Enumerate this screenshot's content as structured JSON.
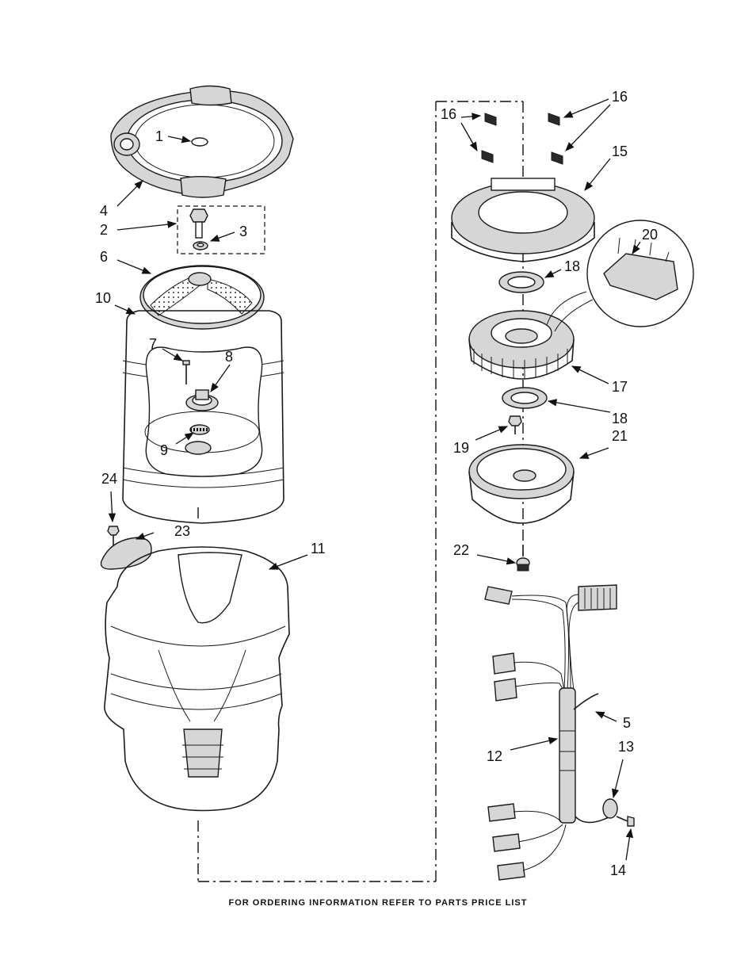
{
  "footer_text": "FOR ORDERING INFORMATION REFER TO PARTS PRICE LIST",
  "callouts": {
    "c1": "1",
    "c2": "2",
    "c3": "3",
    "c4": "4",
    "c5": "5",
    "c6": "6",
    "c7": "7",
    "c8": "8",
    "c9": "9",
    "c10": "10",
    "c11": "11",
    "c12": "12",
    "c13": "13",
    "c14": "14",
    "c15": "15",
    "c16a": "16",
    "c16b": "16",
    "c17": "17",
    "c18a": "18",
    "c18b": "18",
    "c19": "19",
    "c20": "20",
    "c21": "21",
    "c22": "22",
    "c23": "23",
    "c24": "24"
  },
  "parts": [
    "tub-ring",
    "nut",
    "bolt",
    "washer",
    "basket-drive-unit",
    "pulley",
    "agitator-cap",
    "screw",
    "hub",
    "spline",
    "basket",
    "outer-tub",
    "wire-harness",
    "clamp",
    "screw",
    "rotor-cover",
    "spacer",
    "stator",
    "insulator",
    "bolt",
    "sensor",
    "rotor",
    "bolt",
    "cover",
    "screw"
  ]
}
